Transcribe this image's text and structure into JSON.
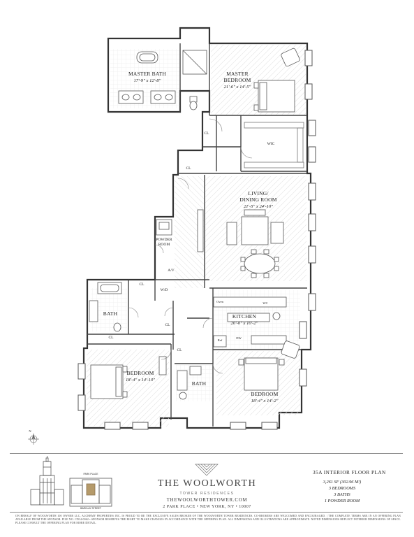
{
  "rooms": {
    "master_bath": {
      "name": "MASTER BATH",
      "dims": "17'-9\" x 12'-8\""
    },
    "master_bedroom": {
      "name_line1": "MASTER",
      "name_line2": "BEDROOM",
      "dims": "21'-6\" x 14'-5\""
    },
    "wic": {
      "name": "WIC"
    },
    "living": {
      "name_line1": "LIVING/",
      "name_line2": "DINING ROOM",
      "dims": "21'-5\" x 24'-10\""
    },
    "powder": {
      "name_line1": "POWDER",
      "name_line2": "ROOM"
    },
    "bath_left": {
      "name": "BATH"
    },
    "bath_center": {
      "name": "BATH"
    },
    "kitchen": {
      "name": "KITCHEN",
      "dims": "20'-0\" x 10'-2\""
    },
    "bedroom_left": {
      "name": "BEDROOM",
      "dims": "18'-4\" x 14'-10\""
    },
    "bedroom_right": {
      "name": "BEDROOM",
      "dims": "18'-4\" x 14'-2\""
    }
  },
  "small_labels": {
    "cl": "CL",
    "av": "A/V",
    "wd": "W/D",
    "oven": "Oven",
    "wc": "WC",
    "ref": "Ref",
    "dw": "DW"
  },
  "compass": {
    "north": "N"
  },
  "brand": {
    "name": "THE WOOLWORTH",
    "subtitle": "TOWER RESIDENCES",
    "url": "THEWOOLWORTHTOWER.COM",
    "address": "2 PARK PLACE • NEW YORK, NY • 10007"
  },
  "key_plan": {
    "top_label": "PARK PLACE",
    "bottom_label": "BARCLAY STREET"
  },
  "floor_plan": {
    "title": "35A INTERIOR FLOOR PLAN",
    "specs": [
      "3,261 SF (302.96 M²)",
      "3 BEDROOMS",
      "3 BATHS",
      "1 POWDER ROOM"
    ]
  },
  "disclaimer": "ON BEHALF OF WOOLWORTH 100 OWNER LLC, ALCHEMY PROPERTIES INC. IS PROUD TO BE THE EXCLUSIVE SALES BROKER OF THE WOOLWORTH TOWER RESIDENCES. CO-BROKERS ARE WELCOMED AND ENCOURAGED. | THE COMPLETE TERMS ARE IN AN OFFERING PLAN AVAILABLE FROM THE SPONSOR. FILE NO. CD14-0062 • SPONSOR RESERVES THE RIGHT TO MAKE CHANGES IN ACCORDANCE WITH THE OFFERING PLAN. ALL DIMENSIONS AND ILLUSTRATIONS ARE APPROXIMATE. NOTED DIMENSIONS REFLECT INTERIOR DIMENSIONS OF SPACE. PLEASE CONSULT THE OFFERING PLAN FOR MORE DETAIL."
}
